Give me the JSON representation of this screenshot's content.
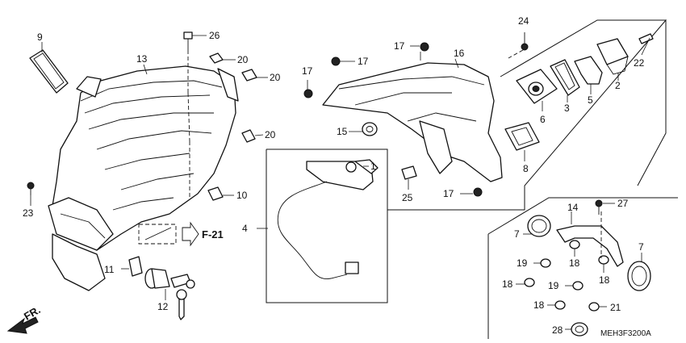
{
  "diagram": {
    "callouts": [
      "9",
      "13",
      "26",
      "20",
      "20",
      "20",
      "23",
      "10",
      "11",
      "12",
      "4",
      "1",
      "15",
      "17",
      "17",
      "17",
      "17",
      "16",
      "25",
      "24",
      "22",
      "2",
      "3",
      "5",
      "6",
      "8",
      "14",
      "27",
      "7",
      "7",
      "19",
      "19",
      "18",
      "18",
      "18",
      "18",
      "21",
      "28"
    ],
    "reference": "F-21",
    "drawing_code": "MEH3F3200A",
    "direction_label": "FR."
  }
}
